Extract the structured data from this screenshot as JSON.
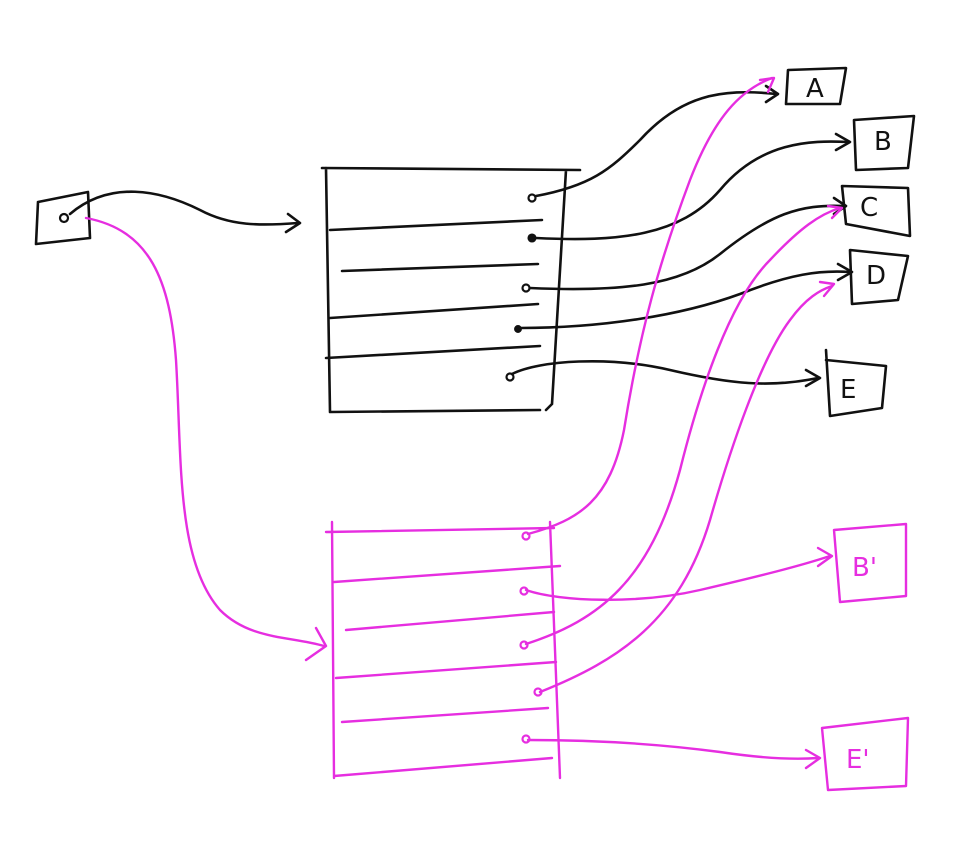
{
  "colors": {
    "original": "#111111",
    "copy": "#e62ee0",
    "background": "#ffffff"
  },
  "original_targets": [
    "A",
    "B",
    "C",
    "D",
    "E"
  ],
  "copy_targets": [
    "B'",
    "E'"
  ]
}
